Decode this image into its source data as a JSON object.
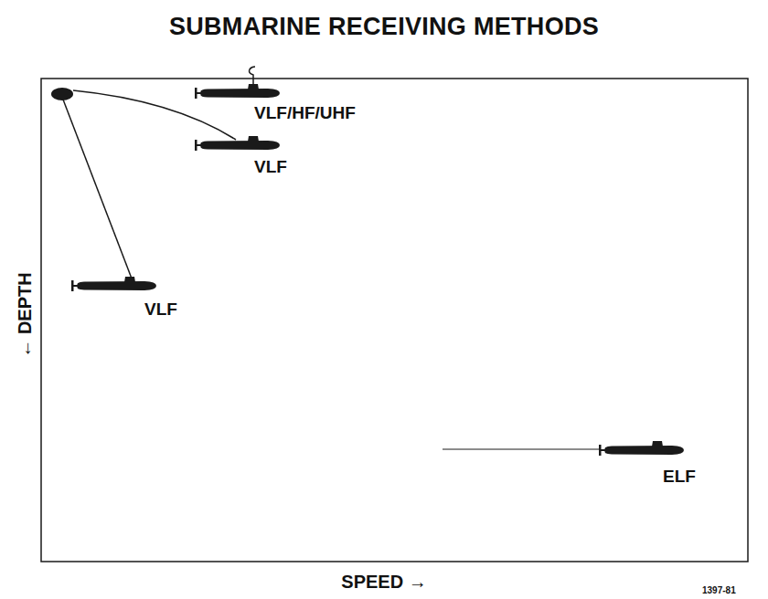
{
  "diagram": {
    "title": "SUBMARINE RECEIVING METHODS",
    "labels": [
      "VLF/HF/UHF",
      "VLF",
      "VLF",
      "ELF",
      "← DEPTH",
      "SPEED →",
      "1397-81"
    ]
  }
}
